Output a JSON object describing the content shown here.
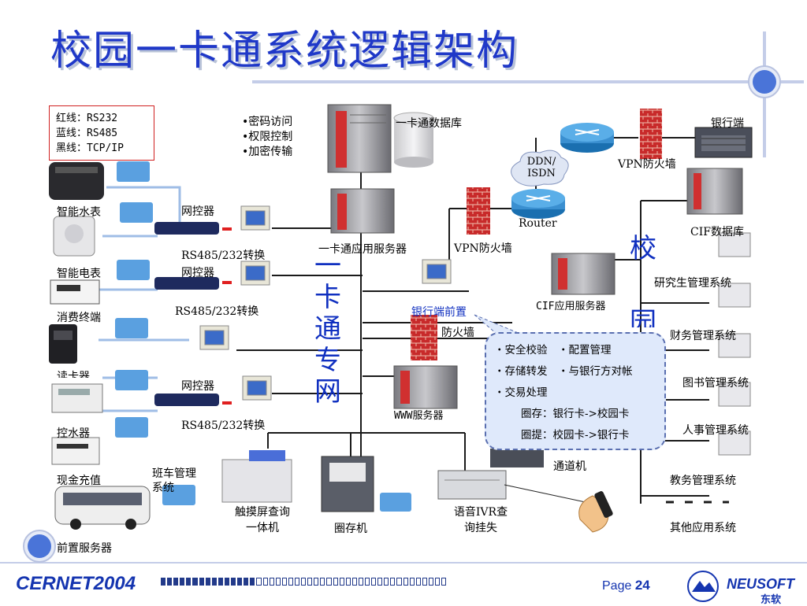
{
  "title": "校园一卡通系统逻辑架构",
  "legend": {
    "red": "红线：RS232",
    "blue": "蓝线：RS485",
    "black": "黑线：TCP/IP"
  },
  "features": [
    "•密码访问",
    "•权限控制",
    "•加密传输"
  ],
  "center_vertical": [
    "一",
    "卡",
    "通",
    "专",
    "网"
  ],
  "right_vertical": [
    "校",
    "园"
  ],
  "labels": {
    "db": "一卡通数据库",
    "app_server": "一卡通应用服务器",
    "vpn1": "VPN防火墙",
    "vpn2": "VPN防火墙",
    "ddn": "DDN/ ISDN",
    "router": "Router",
    "bank": "银行端",
    "cif_db": "CIF数据库",
    "cif_app": "CIF应用服务器",
    "bank_front": "银行端前置",
    "firewall": "防火墙",
    "www": "WWW服务器",
    "channel": "通道机",
    "water_meter": "智能水表",
    "elec_meter": "智能电表",
    "pos": "消费终端",
    "reader": "读卡器",
    "water_ctrl": "控水器",
    "cash": "现金充值",
    "bus": "班车管理系统",
    "front_server": "前置服务器",
    "netctl1": "网控器",
    "rs1": "RS485/232转换",
    "netctl2": "网控器",
    "rs2": "RS485/232转换",
    "netctl3": "网控器",
    "rs3": "RS485/232转换",
    "kiosk": "触摸屏查询一体机",
    "deposit": "圈存机",
    "ivr": "语音IVR查询挂失",
    "grad": "研究生管理系统",
    "finance": "财务管理系统",
    "library": "图书管理系统",
    "hr": "人事管理系统",
    "edu": "教务管理系统",
    "other": "其他应用系统"
  },
  "callout": {
    "row1": "・安全校验　・配置管理",
    "row2": "・存储转发　・与银行方对帐",
    "row3": "・交易处理",
    "row4": "圈存：银行卡->校园卡",
    "row5": "圈提：校园卡->银行卡"
  },
  "footer": {
    "left": "CERNET2004",
    "page_label": "Page",
    "page_number": "24",
    "brand": "NEUSOFT",
    "brand_cn": "东软"
  },
  "colors": {
    "title": "#1f38c8",
    "accent_blue": "#1030c0",
    "line_blue": "#2a3c8e"
  }
}
